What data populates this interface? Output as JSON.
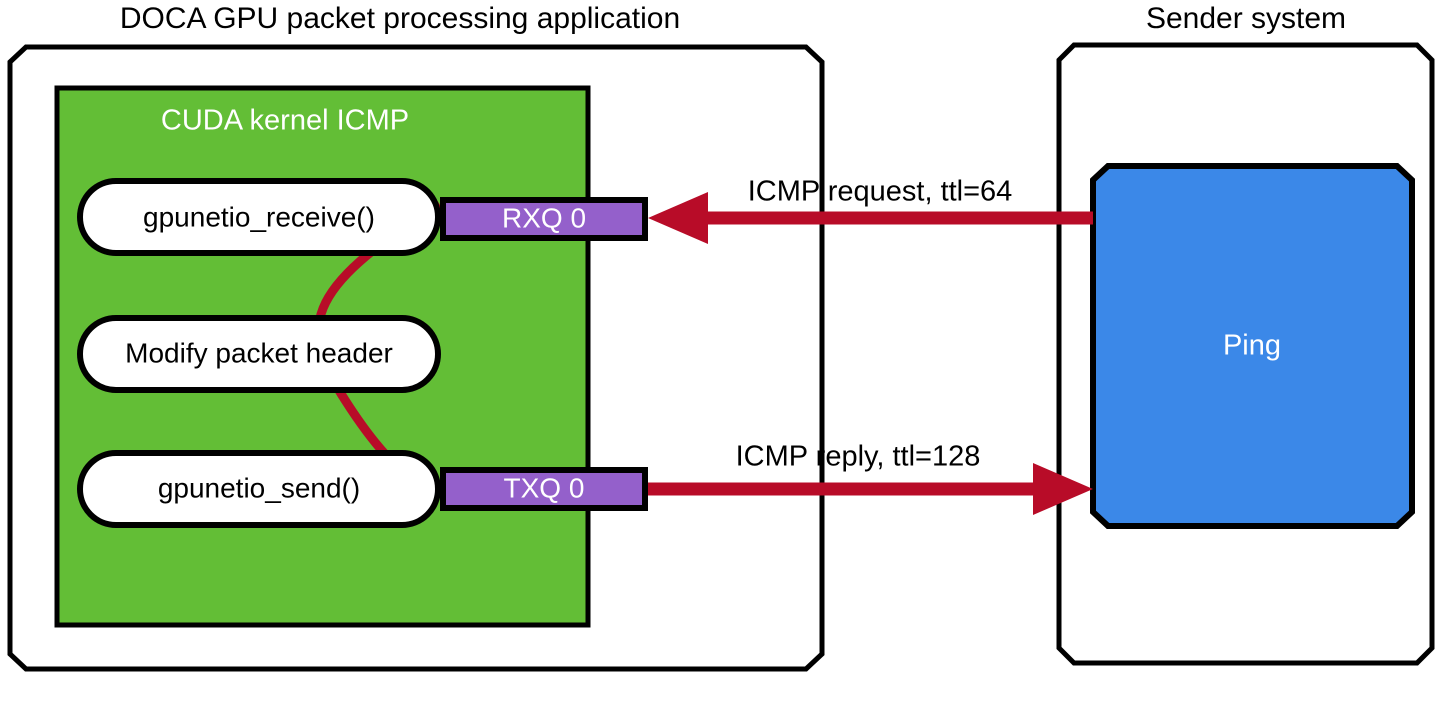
{
  "diagram": {
    "title_left": "DOCA GPU packet processing application",
    "title_right": "Sender system",
    "kernel_label": "CUDA kernel ICMP",
    "ping_label": "Ping",
    "stages": [
      {
        "id": "receive",
        "label": "gpunetio_receive()"
      },
      {
        "id": "modify",
        "label": "Modify packet header"
      },
      {
        "id": "send",
        "label": "gpunetio_send()"
      }
    ],
    "queues": [
      {
        "id": "rxq",
        "label": "RXQ 0"
      },
      {
        "id": "txq",
        "label": "TXQ 0"
      }
    ],
    "flows": [
      {
        "id": "request",
        "label": "ICMP request, ttl=64",
        "direction": "right-to-left"
      },
      {
        "id": "reply",
        "label": "ICMP reply, ttl=128",
        "direction": "left-to-right"
      }
    ],
    "colors": {
      "kernel_green": "#63BE36",
      "queue_purple": "#9460CB",
      "ping_blue": "#3B88E8",
      "flow_red": "#B80C28",
      "outline_black": "#000000",
      "background_white": "#FFFFFF"
    }
  }
}
